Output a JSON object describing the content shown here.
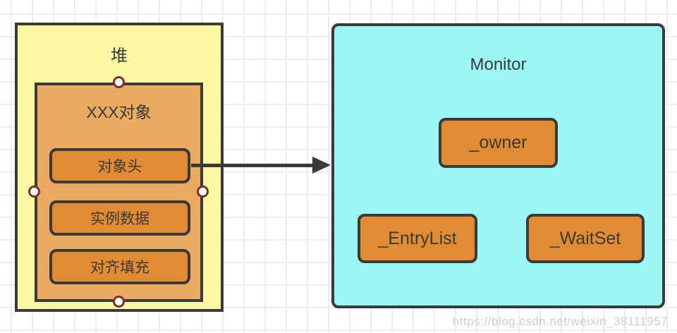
{
  "colors": {
    "heap_fill": "#FBF7A3",
    "object_fill": "#EAAA60",
    "accent_orange": "#E18B33",
    "monitor_fill": "#9BF8F5",
    "stroke": "#3A3A3A",
    "handle_border": "#7C2E2E",
    "grid_line": "#ECECEC"
  },
  "heap": {
    "title": "堆",
    "object": {
      "title": "XXX对象",
      "parts": [
        {
          "label": "对象头"
        },
        {
          "label": "实例数据"
        },
        {
          "label": "对齐填充"
        }
      ]
    }
  },
  "monitor": {
    "title": "Monitor",
    "fields": [
      {
        "label": "_owner"
      },
      {
        "label": "_EntryList"
      },
      {
        "label": "_WaitSet"
      }
    ]
  },
  "watermark": "https://blog.csdn.net/weixin_38111957"
}
